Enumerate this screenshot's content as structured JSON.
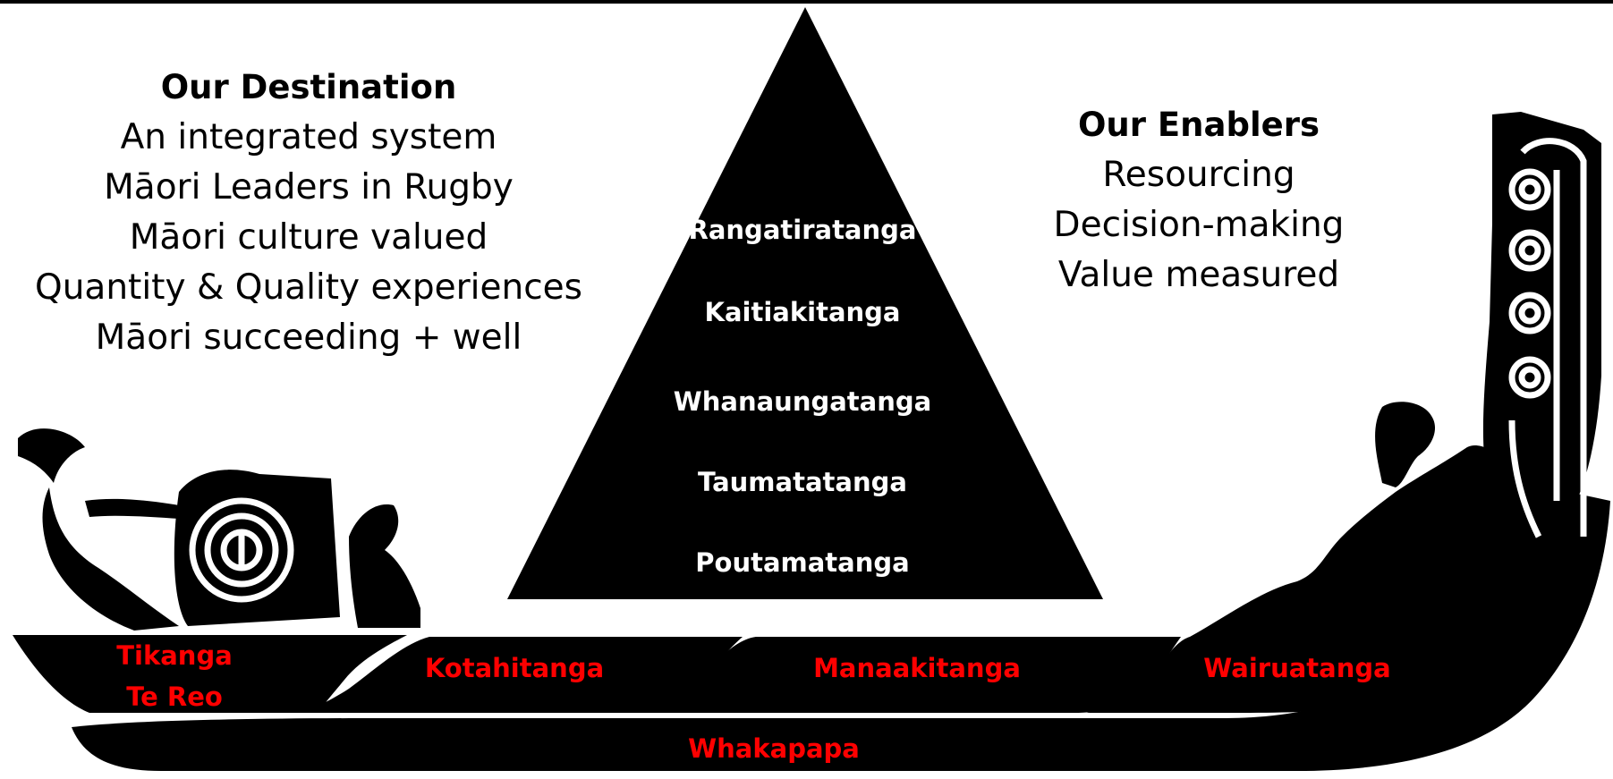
{
  "destination": {
    "heading": "Our Destination",
    "lines": [
      "An integrated system",
      "Māori Leaders in Rugby",
      "Māori culture valued",
      "Quantity & Quality experiences",
      "Māori succeeding + well"
    ]
  },
  "enablers": {
    "heading": "Our Enablers",
    "lines": [
      "Resourcing",
      "Decision-making",
      "Value measured"
    ]
  },
  "triangle": {
    "levels": [
      "Rangatiratanga",
      "Kaitiakitanga",
      "Whanaungatanga",
      "Taumatatanga",
      "Poutamatanga"
    ]
  },
  "hull": {
    "segments": [
      "Tikanga",
      "Te Reo",
      "Kotahitanga",
      "Manaakitanga",
      "Wairuatanga"
    ],
    "keel": "Whakapapa"
  },
  "colors": {
    "text": "#000000",
    "triangle_fill": "#000000",
    "triangle_text": "#ffffff",
    "hull_text": "#ff0000",
    "background": "#ffffff"
  },
  "icons": [
    "waka-stern-carving-icon",
    "waka-bow-carving-icon",
    "koru-spiral-icon"
  ]
}
